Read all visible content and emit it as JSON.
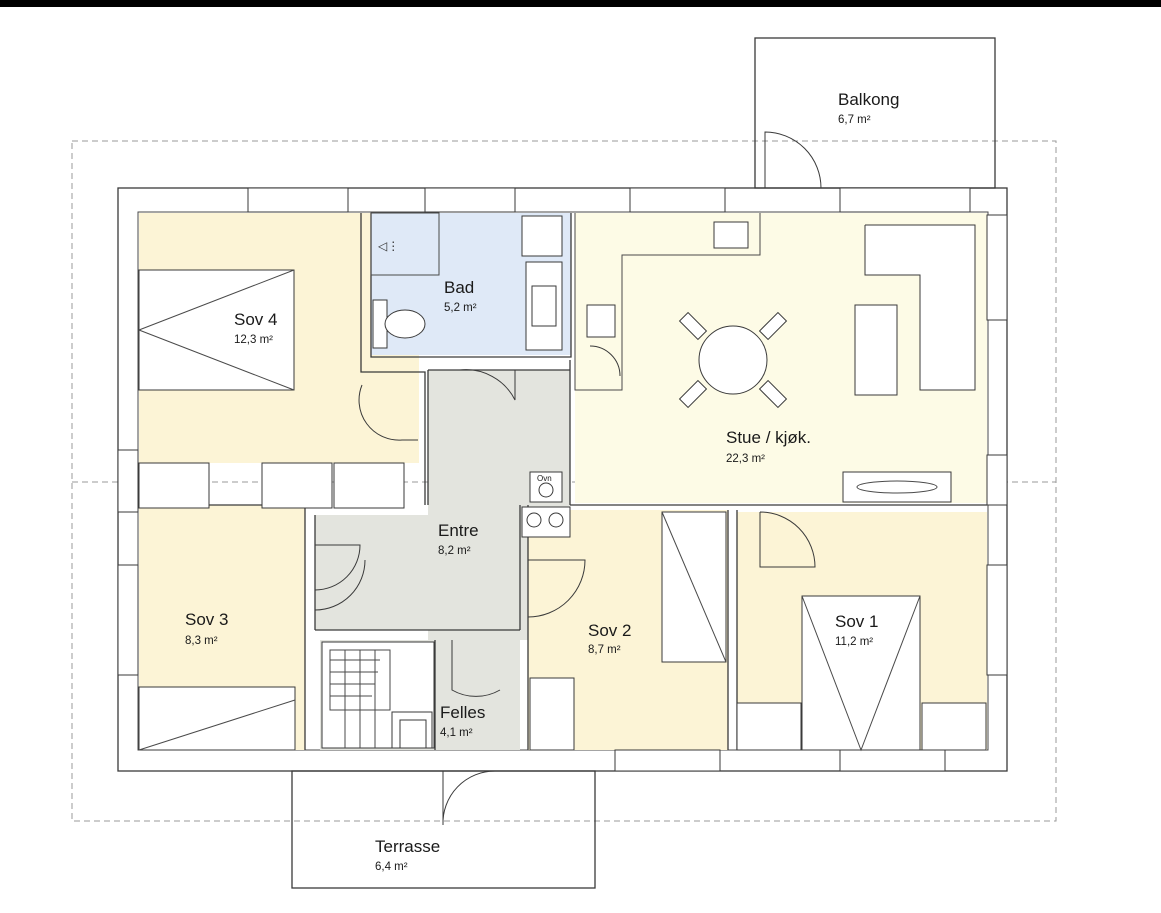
{
  "rooms": {
    "balkong": {
      "name": "Balkong",
      "area": "6,7 m²"
    },
    "bad": {
      "name": "Bad",
      "area": "5,2 m²"
    },
    "sov4": {
      "name": "Sov 4",
      "area": "12,3 m²"
    },
    "stue": {
      "name": "Stue / kjøk.",
      "area": "22,3 m²"
    },
    "entre": {
      "name": "Entre",
      "area": "8,2 m²"
    },
    "sov3": {
      "name": "Sov 3",
      "area": "8,3 m²"
    },
    "sov2": {
      "name": "Sov 2",
      "area": "8,7 m²"
    },
    "sov1": {
      "name": "Sov 1",
      "area": "11,2 m²"
    },
    "felles": {
      "name": "Felles",
      "area": "4,1 m²"
    },
    "terrasse": {
      "name": "Terrasse",
      "area": "6,4 m²"
    }
  },
  "appliances": {
    "oven_label": "Ovn"
  },
  "colors": {
    "bedroom_fill": "#fcf4d6",
    "bath_fill": "#dfe9f7",
    "living_fill": "#fdfbe6",
    "hall_fill": "#e3e4de",
    "top_bar": "#000000"
  }
}
